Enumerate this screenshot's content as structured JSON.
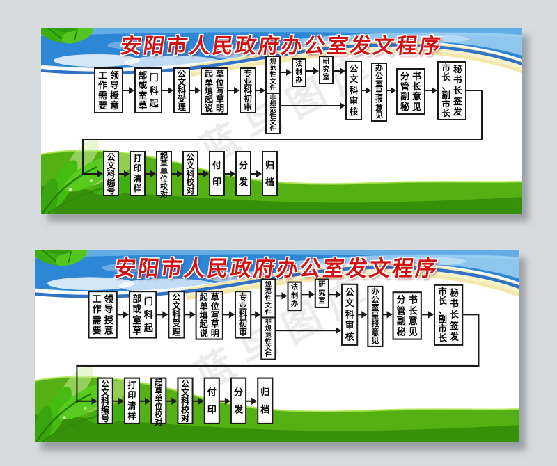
{
  "page": {
    "background": "#d7dbde"
  },
  "banner": {
    "title": "安阳市人民政府办公室发文程序",
    "watermark": "蓝鸟图库",
    "colors": {
      "title_red": "#d01312",
      "line_black": "#1a1a1a",
      "sky_blue": "#2e86d6",
      "wave_blue": "#2f72c6",
      "band_yellow": "#f2e7a8",
      "grass_green": "#55b013",
      "page_gray": "#d7dbde"
    },
    "boxes": {
      "need": {
        "cols": [
          "工作需要",
          "领导授意"
        ],
        "reading": "工作需要 领导授意"
      },
      "dept_draft": {
        "cols": [
          "部或室草",
          "门科起"
        ],
        "reading": "部门或科室起草"
      },
      "doc_accept": {
        "cols": [
          "公文科受理"
        ],
        "reading": "公文科受理"
      },
      "draft_note": {
        "cols": [
          "起单填起说",
          "草位写草明"
        ],
        "reading": "起草单位填写起草说明"
      },
      "pro_init": {
        "cols": [
          "专业科初审"
        ],
        "reading": "专业科初审"
      },
      "legal": {
        "cols": [
          "法制办"
        ],
        "reading": "法制办"
      },
      "research": {
        "cols": [
          "研究室"
        ],
        "reading": "研究室"
      },
      "doc_review": {
        "cols": [
          "公文科审核"
        ],
        "reading": "公文科审核"
      },
      "office_report": {
        "cols": [
          "办公室呈报意见"
        ],
        "reading": "办公室呈报意见"
      },
      "deputy_sec": {
        "cols": [
          "分管副秘",
          "书长意见"
        ],
        "reading": "分管副秘书长意见"
      },
      "mayor_sign": {
        "cols": [
          "市长、副市长",
          "秘书长签发"
        ],
        "reading": "秘书长签发 市长、副市长"
      },
      "doc_number": {
        "cols": [
          "公文科编号"
        ],
        "reading": "公文科编号"
      },
      "print_proof": {
        "cols": [
          "打印清样"
        ],
        "reading": "打印清样"
      },
      "unit_proof": {
        "cols": [
          "起草单位校对"
        ],
        "reading": "起草单位校对"
      },
      "doc_proof": {
        "cols": [
          "公文科校对"
        ],
        "reading": "公文科校对"
      },
      "print": {
        "cols": [
          "付印"
        ],
        "reading": "付印"
      },
      "distribute": {
        "cols": [
          "分发"
        ],
        "reading": "分发"
      },
      "archive": {
        "cols": [
          "归档"
        ],
        "reading": "归档"
      }
    },
    "split_box": {
      "top": "规范性文件",
      "bottom": "非规范性文件"
    },
    "flow_sequence_row1": [
      "need",
      "dept_draft",
      "doc_accept",
      "draft_note",
      "pro_init",
      "split",
      "legal",
      "research",
      "doc_review",
      "office_report",
      "deputy_sec",
      "mayor_sign"
    ],
    "flow_sequence_row2": [
      "doc_number",
      "print_proof",
      "unit_proof",
      "doc_proof",
      "print",
      "distribute",
      "archive"
    ]
  }
}
